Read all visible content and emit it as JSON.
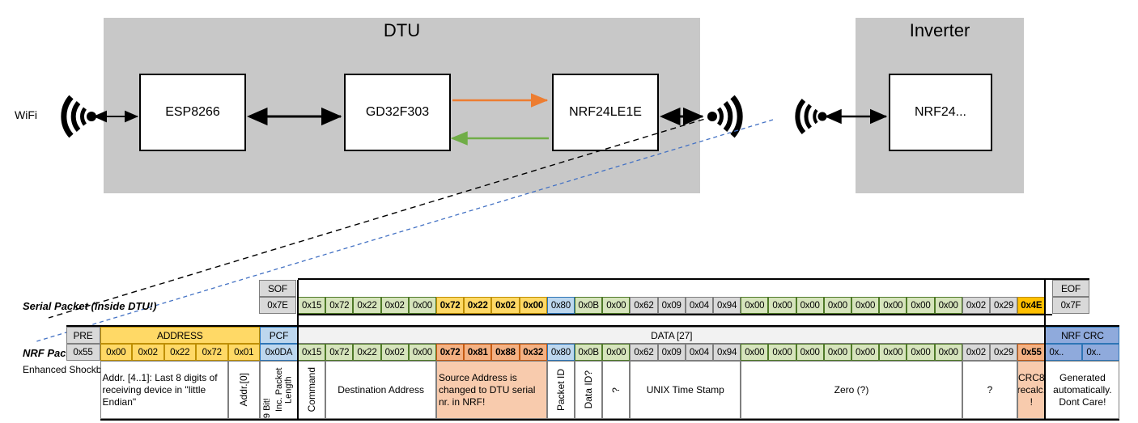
{
  "diagram": {
    "dtu": {
      "title": "DTU",
      "chips": [
        "ESP8266",
        "GD32F303",
        "NRF24LE1E"
      ],
      "wifi_label": "WiFi"
    },
    "inverter": {
      "title": "Inverter",
      "chips": [
        "NRF24..."
      ]
    },
    "colors": {
      "device_fill": "#c8c8c8",
      "arrow_tx": "#ed7d31",
      "arrow_rx": "#70ad47",
      "arrow_black": "#000000",
      "callout_black": "#000000",
      "callout_blue": "#4472c4"
    }
  },
  "serial_row": {
    "label": "Serial Packet (inside DTU!)",
    "sof_header": "SOF",
    "eof_header": "EOF",
    "sof_value": "0x7E",
    "eof_value": "0x7F",
    "bytes": [
      {
        "v": "0x15",
        "c": "green"
      },
      {
        "v": "0x72",
        "c": "green"
      },
      {
        "v": "0x22",
        "c": "green"
      },
      {
        "v": "0x02",
        "c": "green"
      },
      {
        "v": "0x00",
        "c": "green"
      },
      {
        "v": "0x72",
        "c": "yellow"
      },
      {
        "v": "0x22",
        "c": "yellow"
      },
      {
        "v": "0x02",
        "c": "yellow"
      },
      {
        "v": "0x00",
        "c": "yellow"
      },
      {
        "v": "0x80",
        "c": "blue"
      },
      {
        "v": "0x0B",
        "c": "green"
      },
      {
        "v": "0x00",
        "c": "green"
      },
      {
        "v": "0x62",
        "c": "gray"
      },
      {
        "v": "0x09",
        "c": "gray"
      },
      {
        "v": "0x04",
        "c": "gray"
      },
      {
        "v": "0x94",
        "c": "gray"
      },
      {
        "v": "0x00",
        "c": "green"
      },
      {
        "v": "0x00",
        "c": "green"
      },
      {
        "v": "0x00",
        "c": "green"
      },
      {
        "v": "0x00",
        "c": "green"
      },
      {
        "v": "0x00",
        "c": "green"
      },
      {
        "v": "0x00",
        "c": "green"
      },
      {
        "v": "0x00",
        "c": "green"
      },
      {
        "v": "0x00",
        "c": "green"
      },
      {
        "v": "0x02",
        "c": "gray"
      },
      {
        "v": "0x29",
        "c": "gray"
      },
      {
        "v": "0x4E",
        "c": "orange"
      }
    ]
  },
  "nrf_row": {
    "label": "NRF Packet",
    "sublabel": "Enhanced Shockburst",
    "headers": {
      "pre": "PRE",
      "address": "ADDRESS",
      "pcf": "PCF",
      "data": "DATA [27]",
      "crc": "NRF CRC"
    },
    "pre_value": "0x55",
    "address_values": [
      "0x00",
      "0x02",
      "0x22",
      "0x72",
      "0x01"
    ],
    "pcf_value": "0x0DA",
    "crc_values": [
      "0x..",
      "0x.."
    ],
    "bytes": [
      {
        "v": "0x15",
        "c": "green"
      },
      {
        "v": "0x72",
        "c": "green"
      },
      {
        "v": "0x22",
        "c": "green"
      },
      {
        "v": "0x02",
        "c": "green"
      },
      {
        "v": "0x00",
        "c": "green"
      },
      {
        "v": "0x72",
        "c": "salmon"
      },
      {
        "v": "0x81",
        "c": "salmon"
      },
      {
        "v": "0x88",
        "c": "salmon"
      },
      {
        "v": "0x32",
        "c": "salmon"
      },
      {
        "v": "0x80",
        "c": "blue"
      },
      {
        "v": "0x0B",
        "c": "green"
      },
      {
        "v": "0x00",
        "c": "green"
      },
      {
        "v": "0x62",
        "c": "gray"
      },
      {
        "v": "0x09",
        "c": "gray"
      },
      {
        "v": "0x04",
        "c": "gray"
      },
      {
        "v": "0x94",
        "c": "gray"
      },
      {
        "v": "0x00",
        "c": "green"
      },
      {
        "v": "0x00",
        "c": "green"
      },
      {
        "v": "0x00",
        "c": "green"
      },
      {
        "v": "0x00",
        "c": "green"
      },
      {
        "v": "0x00",
        "c": "green"
      },
      {
        "v": "0x00",
        "c": "green"
      },
      {
        "v": "0x00",
        "c": "green"
      },
      {
        "v": "0x00",
        "c": "green"
      },
      {
        "v": "0x02",
        "c": "gray"
      },
      {
        "v": "0x29",
        "c": "gray"
      },
      {
        "v": "0x55",
        "c": "salmon"
      }
    ]
  },
  "annotations": {
    "address_note": "Addr. [4..1]:\nLast 8 digits of receiving device in \"little Endian\"",
    "addr0": "Addr.[0]",
    "pcf_note_a": "9 Bit!",
    "pcf_note_b": "Inc. Packet Length",
    "command": "Command",
    "destination": "Destination Address",
    "source_note": "Source Address is changed to DTU serial nr. in NRF!",
    "packet_id": "Packet ID",
    "data_id": "Data ID?",
    "unknown_q1": "?",
    "timestamp": "UNIX Time Stamp",
    "zero": "Zero (?)",
    "unknown_q2": "?",
    "crc8": "CRC8 recalc. !",
    "auto_crc": "Generated automatically. Dont Care!"
  }
}
